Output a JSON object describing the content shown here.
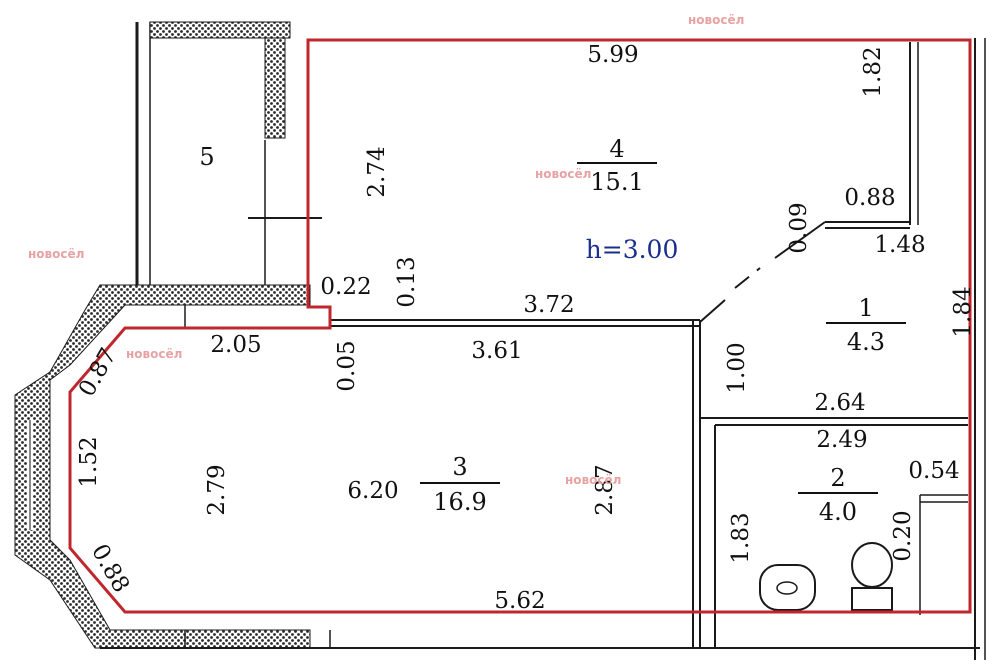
{
  "colors": {
    "outline": "#c0272d",
    "wall": "#1a1a1a",
    "hatch": "#2b2b2b",
    "height_text": "#1a2f8c",
    "watermark": "#e7a3a3"
  },
  "rooms": [
    {
      "number": "5",
      "area": ""
    },
    {
      "number": "4",
      "area": "15.1"
    },
    {
      "number": "1",
      "area": "4.3"
    },
    {
      "number": "3",
      "area": "16.9"
    },
    {
      "number": "2",
      "area": "4.0"
    }
  ],
  "ceiling_height": "h=3.00",
  "dimensions": {
    "d599": "5.99",
    "d182": "1.82",
    "d274": "2.74",
    "d088a": "0.88",
    "d009": "0.09",
    "d148": "1.48",
    "d022": "0.22",
    "d013": "0.13",
    "d372": "3.72",
    "d184": "1.84",
    "d205": "2.05",
    "d005": "0.05",
    "d361": "3.61",
    "d100": "1.00",
    "d087": "0.87",
    "d264": "2.64",
    "d152": "1.52",
    "d249": "2.49",
    "d279": "2.79",
    "d620": "6.20",
    "d287": "2.87",
    "d054": "0.54",
    "d183": "1.83",
    "d020": "0.20",
    "d088b": "0.88",
    "d562": "5.62"
  },
  "watermark": "новосёл"
}
